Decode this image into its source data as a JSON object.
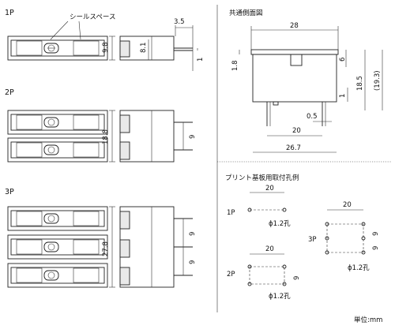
{
  "labels": {
    "p1": "1P",
    "p2": "2P",
    "p3": "3P",
    "seal_space": "シールスペース",
    "common_side": "共通側面図",
    "pcb_holes": "プリント基板用取付孔例",
    "unit": "単位:mm",
    "pcb_1p": "1P",
    "pcb_2p": "2P",
    "pcb_3p": "3P"
  },
  "dims": {
    "d_3_5": "3.5",
    "d_9_8": "9.8",
    "d_8_1": "8.1",
    "d_1_a": "1",
    "d_18_8": "18.8",
    "d_9_2p": "9",
    "d_27_8": "27.8",
    "d_9_3p_a": "9",
    "d_9_3p_b": "9",
    "d_28": "28",
    "d_1_8": "1.8",
    "d_6": "6",
    "d_18_5": "18.5",
    "d_19_3": "(19.3)",
    "d_1_b": "1",
    "d_0_5": "0.5",
    "d_20_side": "20",
    "d_26_7": "26.7",
    "pcb1_20": "20",
    "pcb1_hole": "ϕ1.2孔",
    "pcb2_20": "20",
    "pcb2_9": "9",
    "pcb2_hole": "ϕ1.2孔",
    "pcb3_20": "20",
    "pcb3_9a": "9",
    "pcb3_9b": "9",
    "pcb3_hole": "ϕ1.2孔"
  }
}
